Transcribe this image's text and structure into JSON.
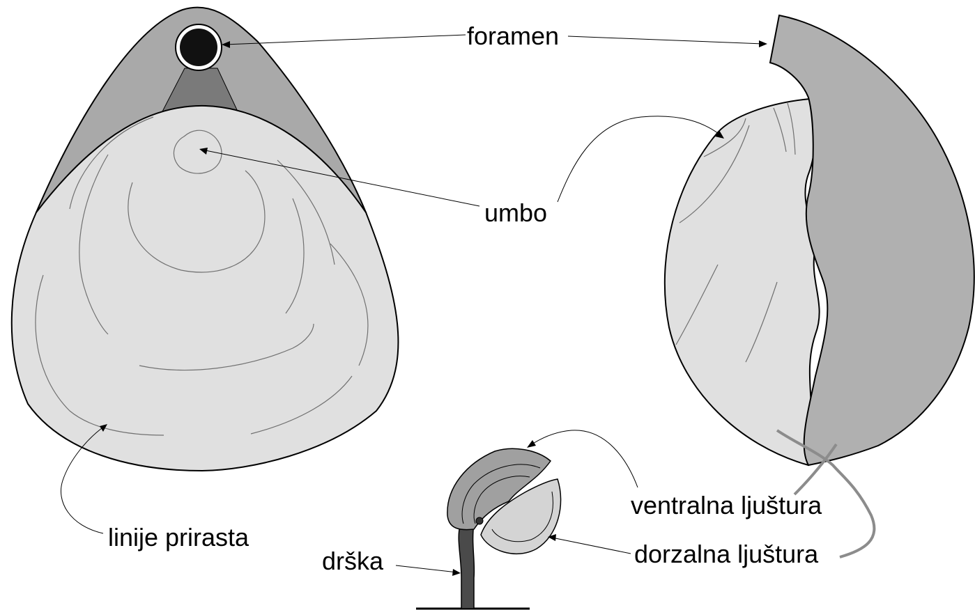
{
  "labels": {
    "foramen": "foramen",
    "umbo": "umbo",
    "growth_lines": "linije prirasta",
    "ventral_valve": "ventralna ljuštura",
    "dorsal_valve": "dorzalna ljuštura",
    "pedicle": "drška"
  },
  "colors": {
    "background": "#ffffff",
    "light_shell": "#e0e0e0",
    "medium_shell": "#a9a9a9",
    "dark_area": "#7a7a7a",
    "foramen_fill": "#111111",
    "pedicle_fill": "#4a4a4a",
    "pedicle_strand": "#8c8c8c",
    "outline": "#000000"
  }
}
